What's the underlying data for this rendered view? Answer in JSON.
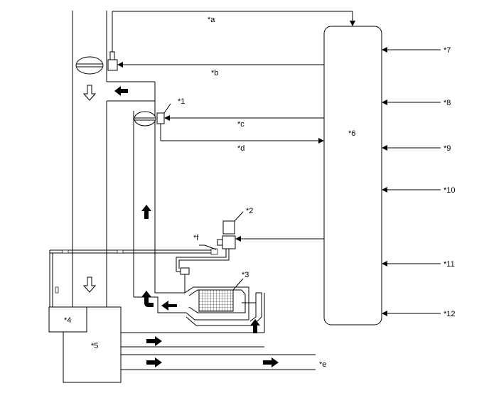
{
  "labels": {
    "part1": "*1",
    "part2": "*2",
    "part3": "*3",
    "part4": "*4",
    "part5": "*5",
    "part6": "*6",
    "part7": "*7",
    "part8": "*8",
    "part9": "*9",
    "part10": "*10",
    "part11": "*11",
    "part12": "*12",
    "sig_a": "*a",
    "sig_b": "*b",
    "sig_c": "*c",
    "sig_d": "*d",
    "sig_e": "*e",
    "sig_f": "*f"
  },
  "icons": {
    "flow_filled": "filled-flow-arrow-icon",
    "flow_hollow": "hollow-flow-arrow-icon",
    "throttle": "throttle-valve-icon",
    "sensor": "sensor-icon",
    "catalyst": "catalyst-mesh-icon"
  },
  "colors": {
    "line": "#000000",
    "background": "#ffffff"
  }
}
